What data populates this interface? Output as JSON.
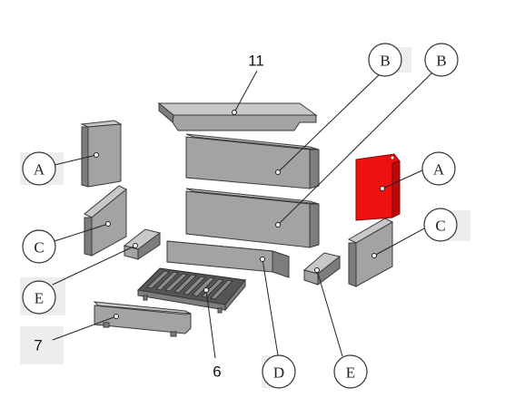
{
  "colors": {
    "part_fill": "#a3a3a3",
    "highlight_fill": "#ee1111",
    "label_stroke": "#333333",
    "tab_fill": "#ededed"
  },
  "labels": {
    "top_plate": "11",
    "back_upper": "B",
    "back_upper_right": "B",
    "left_side_upper": "A",
    "right_side_upper": "A",
    "left_side_lower": "C",
    "right_side_lower": "C",
    "left_block": "E",
    "right_block": "E",
    "front_bar": "7",
    "grate": "6",
    "floor_brick": "D"
  }
}
